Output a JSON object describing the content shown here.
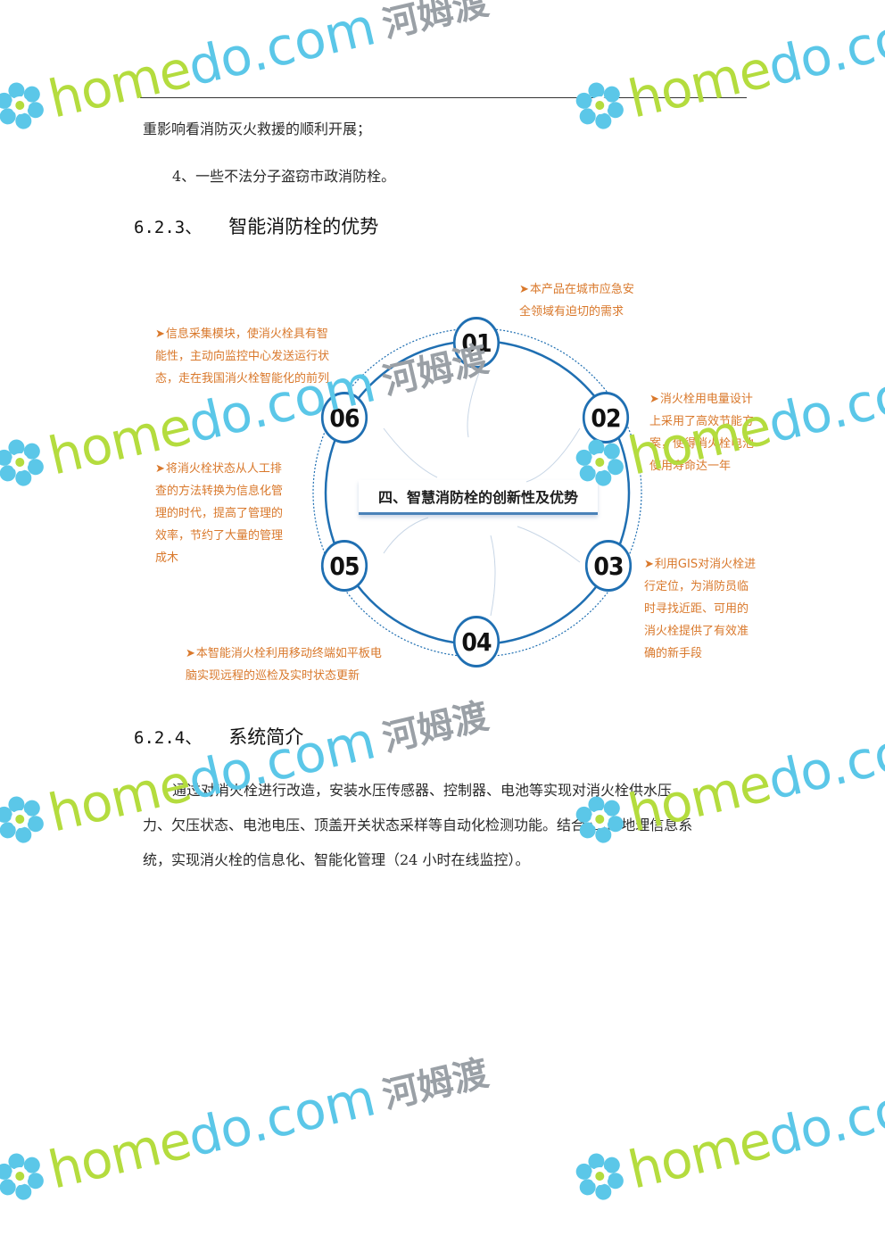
{
  "document": {
    "continued_text": "重影响看消防灭火救援的顺利开展；",
    "list_item_4": "4、一些不法分子盗窃市政消防栓。",
    "section_623": {
      "number": "6.2.3、",
      "title": "智能消防栓的优势"
    },
    "section_624": {
      "number": "6.2.4、",
      "title": "系统简介"
    },
    "intro_lines": [
      "通过对消火栓进行改造，安装水压传感器、控制器、电池等实现对消火栓供水压",
      "力、欠压状态、电池电压、顶盖开关状态采样等自动化检测功能。结合 GIS 地理信息系",
      "统，实现消火栓的信息化、智能化管理（24 小时在线监控）。"
    ]
  },
  "diagram": {
    "center_label": "四、智慧消防栓的创新性及优势",
    "nodes": [
      {
        "id": "01",
        "lines": [
          "本产品在城市应急安",
          "全领域有迫切的需求"
        ]
      },
      {
        "id": "02",
        "lines": [
          "消火栓用电量设计",
          "上采用了高效节能方",
          "案，使得消火栓电池",
          "使用寿命达一年"
        ]
      },
      {
        "id": "03",
        "lines": [
          "利用GIS对消火栓进",
          "行定位，为消防员临",
          "时寻找近距、可用的",
          "消火栓提供了有效准",
          "确的新手段"
        ]
      },
      {
        "id": "04",
        "lines": [
          "本智能消火栓利用移动终端如平板电",
          "脑实现远程的巡检及实时状态更新"
        ]
      },
      {
        "id": "05",
        "lines": [
          "将消火栓状态从人工排",
          "查的方法转换为信息化管",
          "理的时代，提高了管理的",
          "效率，节约了大量的管理",
          "成木"
        ]
      },
      {
        "id": "06",
        "lines": [
          "信息采集模块，使消火栓具有智",
          "能性，主动向监控中心发送运行状",
          "态，走在我国消火栓智能化的前列"
        ]
      }
    ],
    "colors": {
      "ring": "#1f6fb2",
      "callout_text": "#d9782b"
    }
  },
  "watermark": {
    "latin_a": "home",
    "latin_b": "do",
    "latin_c": ".com",
    "chinese": "河姆渡"
  }
}
